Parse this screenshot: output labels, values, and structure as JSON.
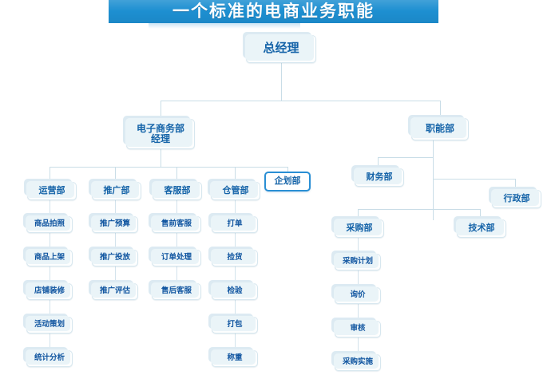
{
  "banner": {
    "title": "一个标准的电商业务职能"
  },
  "colors": {
    "banner_bg": "#1d8fd1",
    "banner_text": "#ffffff",
    "node_text": "#1463a8",
    "node_bg": "#fdfefe",
    "node_border": "#d7e7ef",
    "node_shadow_tab": "#dceaf2",
    "connector": "#c9dde7",
    "accent_border": "#2a8fd4"
  },
  "chart_data": {
    "type": "diagram",
    "diagram_kind": "organization-chart",
    "title": "一个标准的电商业务职能",
    "root": "总经理",
    "nodes": {
      "root": {
        "label": "总经理"
      },
      "ecommerce_manager": {
        "label_line1": "电子商务部",
        "label_line2": "经理",
        "label": "电子商务部经理"
      },
      "function_dept": {
        "label": "职能部"
      },
      "planning_dept": {
        "label": "企划部",
        "highlight": true
      },
      "operations": {
        "label": "运营部"
      },
      "promotion": {
        "label": "推广部"
      },
      "customer_service": {
        "label": "客服部"
      },
      "warehouse": {
        "label": "仓管部"
      },
      "finance": {
        "label": "财务部"
      },
      "administration": {
        "label": "行政部"
      },
      "purchasing": {
        "label": "采购部"
      },
      "technology": {
        "label": "技术部"
      }
    },
    "columns": [
      {
        "head": "运营部",
        "items": [
          "商品拍照",
          "商品上架",
          "店铺装修",
          "活动策划",
          "统计分析"
        ]
      },
      {
        "head": "推广部",
        "items": [
          "推广预算",
          "推广投放",
          "推广评估"
        ]
      },
      {
        "head": "客服部",
        "items": [
          "售前客服",
          "订单处理",
          "售后客服"
        ]
      },
      {
        "head": "仓管部",
        "items": [
          "打单",
          "捡货",
          "检验",
          "打包",
          "称重"
        ]
      },
      {
        "head": "采购部",
        "items": [
          "采购计划",
          "询价",
          "审核",
          "采购实施"
        ]
      }
    ],
    "edges": [
      [
        "总经理",
        "电子商务部经理"
      ],
      [
        "总经理",
        "职能部"
      ],
      [
        "电子商务部经理",
        "运营部"
      ],
      [
        "电子商务部经理",
        "推广部"
      ],
      [
        "电子商务部经理",
        "客服部"
      ],
      [
        "电子商务部经理",
        "仓管部"
      ],
      [
        "电子商务部经理",
        "企划部"
      ],
      [
        "职能部",
        "财务部"
      ],
      [
        "职能部",
        "行政部"
      ],
      [
        "职能部",
        "采购部"
      ],
      [
        "职能部",
        "技术部"
      ]
    ]
  },
  "labels": {
    "root": "总经理",
    "ecom_l1": "电子商务部",
    "ecom_l2": "经理",
    "func": "职能部",
    "planning": "企划部",
    "c1_head": "运营部",
    "c1_i1": "商品拍照",
    "c1_i2": "商品上架",
    "c1_i3": "店铺装修",
    "c1_i4": "活动策划",
    "c1_i5": "统计分析",
    "c2_head": "推广部",
    "c2_i1": "推广预算",
    "c2_i2": "推广投放",
    "c2_i3": "推广评估",
    "c3_head": "客服部",
    "c3_i1": "售前客服",
    "c3_i2": "订单处理",
    "c3_i3": "售后客服",
    "c4_head": "仓管部",
    "c4_i1": "打单",
    "c4_i2": "捡货",
    "c4_i3": "检验",
    "c4_i4": "打包",
    "c4_i5": "称重",
    "finance": "财务部",
    "admin": "行政部",
    "purchasing": "采购部",
    "p_i1": "采购计划",
    "p_i2": "询价",
    "p_i3": "审核",
    "p_i4": "采购实施",
    "tech": "技术部"
  }
}
